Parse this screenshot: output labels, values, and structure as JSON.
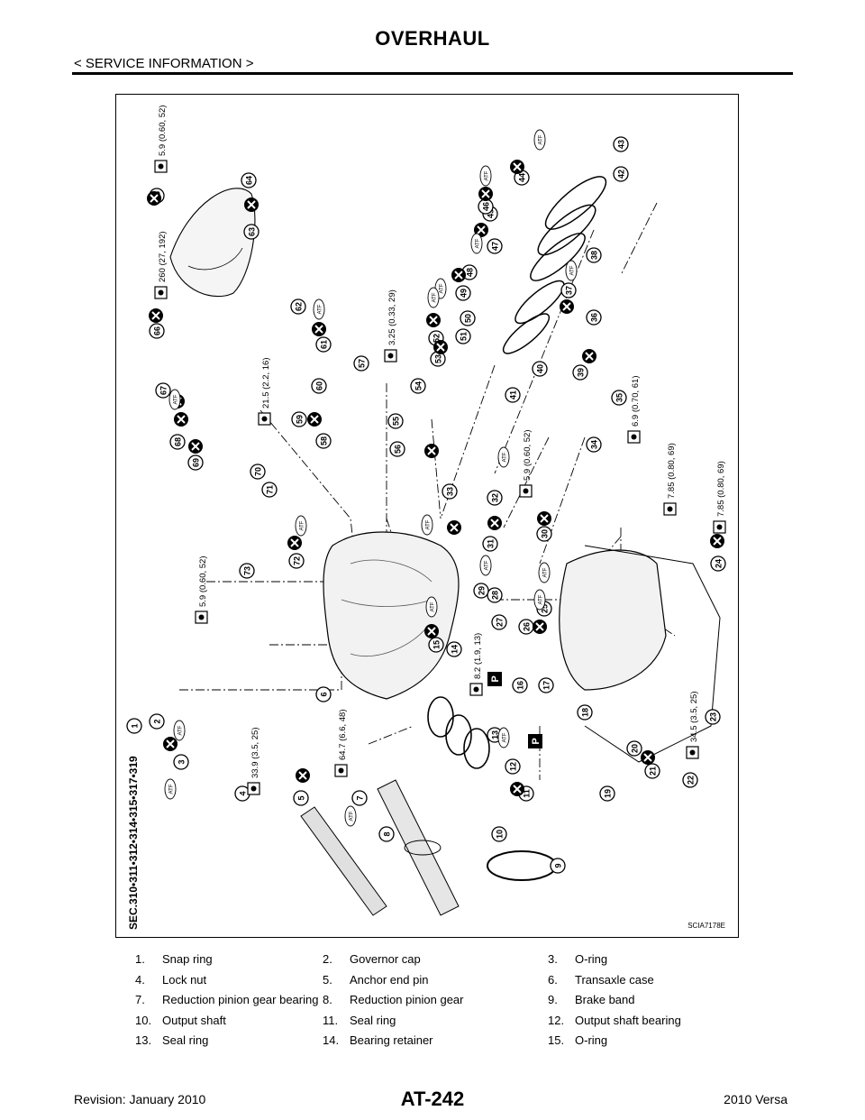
{
  "header": {
    "title": "OVERHAUL",
    "section": "< SERVICE INFORMATION >"
  },
  "figure": {
    "sec_ref": "SEC.310•311•312•314•315•317•319",
    "code": "SCIA7178E",
    "torque_labels": [
      "5.9 (0.60, 52)",
      "260 (27, 192)",
      "21.5 (2.2, 16)",
      "3.25 (0.33, 29)",
      "5.9 (0.60, 52)",
      "6.9 (0.70, 61)",
      "7.85 (0.80, 69)",
      "7.85 (0.80, 69)",
      "5.9 (0.60, 52)",
      "8.2 (1.9, 13)",
      "33.9 (3.5, 25)",
      "64.7 (6.6, 48)",
      "34.5 (3.5, 25)"
    ],
    "callouts": [
      "1",
      "2",
      "3",
      "4",
      "5",
      "6",
      "7",
      "8",
      "9",
      "10",
      "11",
      "12",
      "13",
      "14",
      "15",
      "16",
      "17",
      "18",
      "19",
      "20",
      "21",
      "22",
      "23",
      "24",
      "25",
      "26",
      "27",
      "28",
      "29",
      "30",
      "31",
      "32",
      "33",
      "34",
      "35",
      "36",
      "37",
      "38",
      "39",
      "40",
      "41",
      "42",
      "43",
      "44",
      "45",
      "46",
      "47",
      "48",
      "49",
      "50",
      "51",
      "52",
      "53",
      "54",
      "55",
      "56",
      "57",
      "58",
      "59",
      "60",
      "61",
      "62",
      "63",
      "64",
      "65",
      "66",
      "67",
      "68",
      "69",
      "70",
      "71",
      "72",
      "73"
    ],
    "symbol_labels": {
      "atf": "ATF",
      "petroleum_jelly": "P"
    }
  },
  "parts": [
    [
      {
        "n": "1.",
        "name": "Snap ring"
      },
      {
        "n": "2.",
        "name": "Governor cap"
      },
      {
        "n": "3.",
        "name": "O-ring"
      }
    ],
    [
      {
        "n": "4.",
        "name": "Lock nut"
      },
      {
        "n": "5.",
        "name": "Anchor end pin"
      },
      {
        "n": "6.",
        "name": "Transaxle case"
      }
    ],
    [
      {
        "n": "7.",
        "name": "Reduction pinion gear bearing"
      },
      {
        "n": "8.",
        "name": "Reduction pinion gear"
      },
      {
        "n": "9.",
        "name": "Brake band"
      }
    ],
    [
      {
        "n": "10.",
        "name": "Output shaft"
      },
      {
        "n": "11.",
        "name": "Seal ring"
      },
      {
        "n": "12.",
        "name": "Output shaft bearing"
      }
    ],
    [
      {
        "n": "13.",
        "name": "Seal ring"
      },
      {
        "n": "14.",
        "name": "Bearing retainer"
      },
      {
        "n": "15.",
        "name": "O-ring"
      }
    ]
  ],
  "footer": {
    "revision": "Revision: January 2010",
    "page": "AT-242",
    "model": "2010 Versa"
  }
}
